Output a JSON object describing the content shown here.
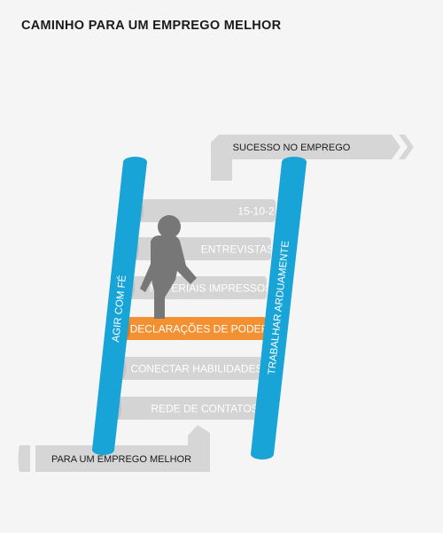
{
  "title": "CAMINHO PARA UM EMPREGO MELHOR",
  "top_sign": "SUCESSO NO EMPREGO",
  "bottom_sign": "PARA UM EMPREGO MELHOR",
  "left_rail": "AGIR COM FÉ",
  "right_rail": "TRABALHAR ARDUAMENTE",
  "rungs": [
    {
      "label": "15-10-2",
      "highlight": false
    },
    {
      "label": "ENTREVISTAS",
      "highlight": false
    },
    {
      "label": "MATERIAIS IMPRESSOS",
      "highlight": false
    },
    {
      "label": "DECLARAÇÕES DE PODER",
      "highlight": true
    },
    {
      "label": "CONECTAR HABILIDADES",
      "highlight": false
    },
    {
      "label": "REDE DE CONTATOS",
      "highlight": false
    }
  ],
  "colors": {
    "background": "#f5f5f5",
    "rail": "#19a4d8",
    "rung": "#d4d4d4",
    "rung_end": "#c4c4c4",
    "highlight": "#f39032",
    "person": "#777777",
    "sign": "#d6d6d6",
    "sign_text": "#1a1a1a",
    "rung_text": "#ffffff"
  },
  "person_icon": "person-climbing-icon"
}
